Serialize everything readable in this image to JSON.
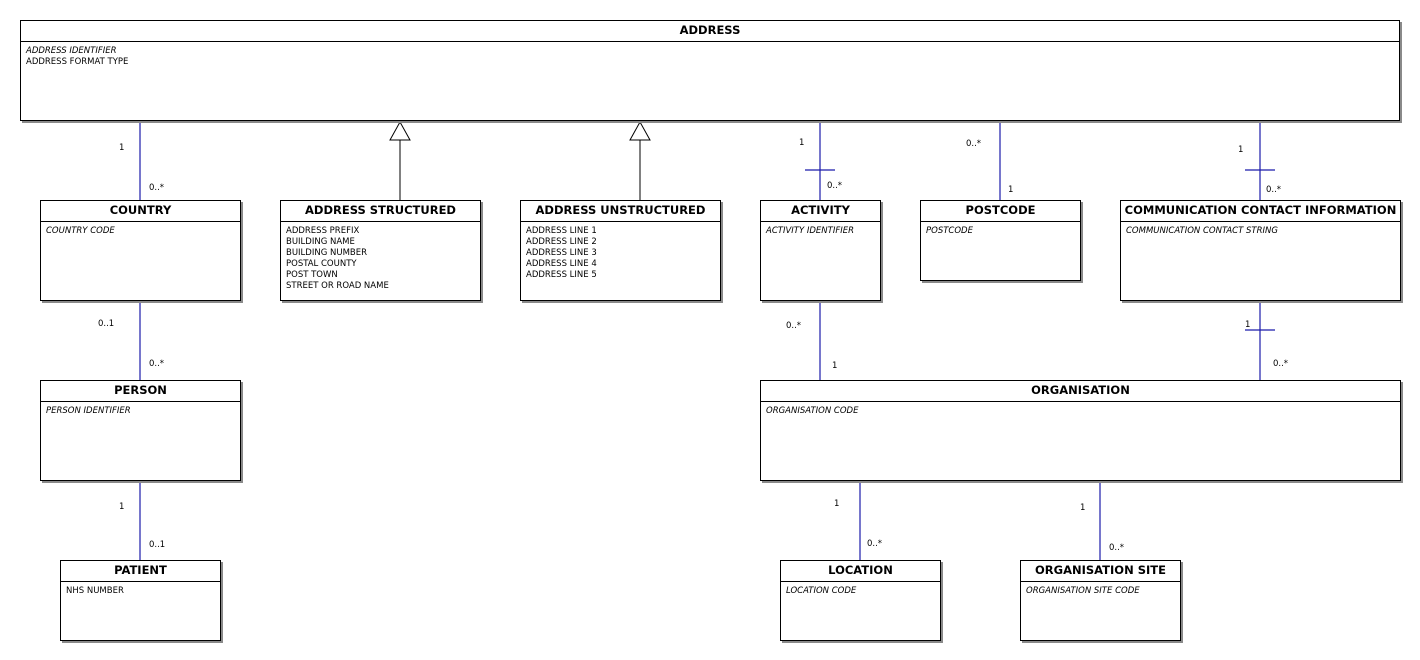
{
  "entities": {
    "address": {
      "title": "ADDRESS",
      "key": "ADDRESS IDENTIFIER",
      "attrs": [
        "ADDRESS FORMAT TYPE"
      ]
    },
    "country": {
      "title": "COUNTRY",
      "key": "COUNTRY CODE"
    },
    "address_structured": {
      "title": "ADDRESS STRUCTURED",
      "attrs": [
        "ADDRESS PREFIX",
        "BUILDING NAME",
        "BUILDING NUMBER",
        "POSTAL COUNTY",
        "POST TOWN",
        "STREET OR ROAD NAME"
      ]
    },
    "address_unstructured": {
      "title": "ADDRESS UNSTRUCTURED",
      "attrs": [
        "ADDRESS LINE 1",
        "ADDRESS LINE 2",
        "ADDRESS LINE 3",
        "ADDRESS LINE 4",
        "ADDRESS LINE 5"
      ]
    },
    "activity": {
      "title": "ACTIVITY",
      "key": "ACTIVITY IDENTIFIER"
    },
    "postcode": {
      "title": "POSTCODE",
      "key": "POSTCODE"
    },
    "communication": {
      "title": "COMMUNICATION CONTACT INFORMATION",
      "key": "COMMUNICATION CONTACT STRING"
    },
    "person": {
      "title": "PERSON",
      "key": "PERSON IDENTIFIER"
    },
    "organisation": {
      "title": "ORGANISATION",
      "key": "ORGANISATION CODE"
    },
    "patient": {
      "title": "PATIENT",
      "attrs": [
        "NHS NUMBER"
      ]
    },
    "location": {
      "title": "LOCATION",
      "key": "LOCATION CODE"
    },
    "organisation_site": {
      "title": "ORGANISATION SITE",
      "key": "ORGANISATION SITE CODE"
    }
  },
  "multiplicities": {
    "address_country_top": "1",
    "address_country_bottom": "0..*",
    "address_activity_top": "1",
    "address_activity_bottom": "0..*",
    "address_postcode_top": "0..*",
    "address_postcode_bottom": "1",
    "address_comm_top": "1",
    "address_comm_bottom": "0..*",
    "country_person_top": "0..1",
    "country_person_bottom": "0..*",
    "activity_org_top": "0..*",
    "activity_org_bottom": "1",
    "comm_org_top": "1",
    "comm_org_bottom": "0..*",
    "person_patient_top": "1",
    "person_patient_bottom": "0..1",
    "org_location_top": "1",
    "org_location_bottom": "0..*",
    "org_site_top": "1",
    "org_site_bottom": "0..*"
  },
  "colors": {
    "association_line": "#1a1aaa",
    "generalization_line": "#000000",
    "shadow": "#8a8a8a"
  }
}
